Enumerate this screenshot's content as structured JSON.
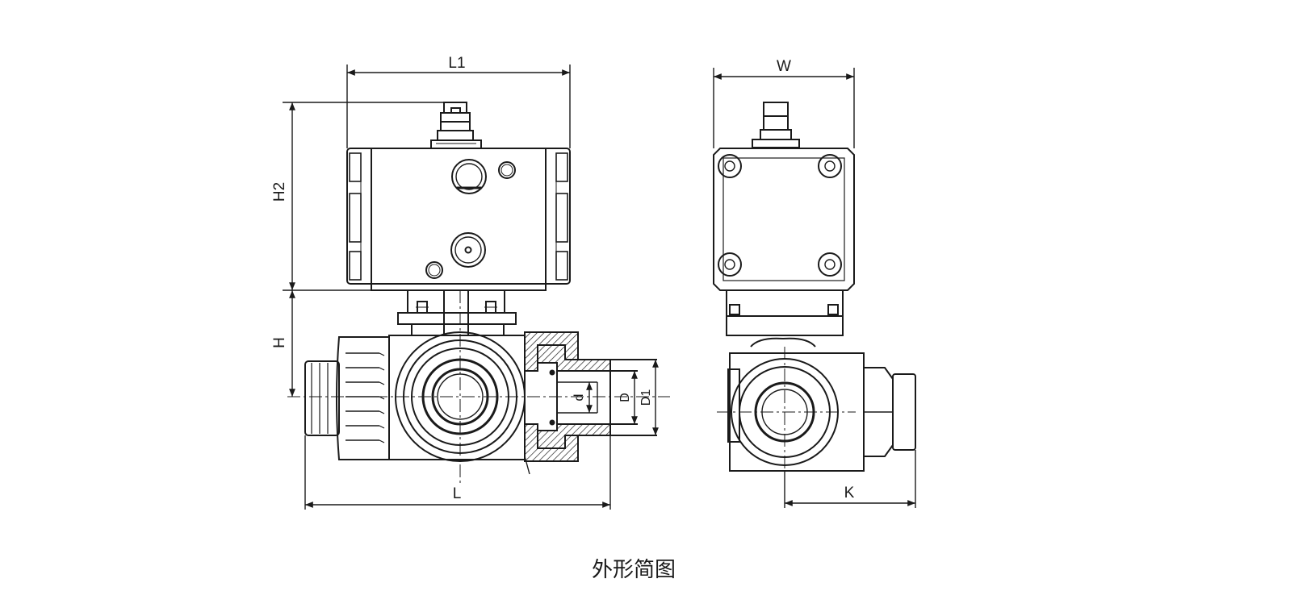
{
  "caption": "外形简图",
  "dimensions": {
    "L1": "L1",
    "W": "W",
    "H2": "H2",
    "H": "H",
    "L": "L",
    "K": "K",
    "d": "d",
    "D": "D",
    "D1": "D1"
  },
  "colors": {
    "line": "#1a1a1a",
    "background": "#ffffff"
  }
}
